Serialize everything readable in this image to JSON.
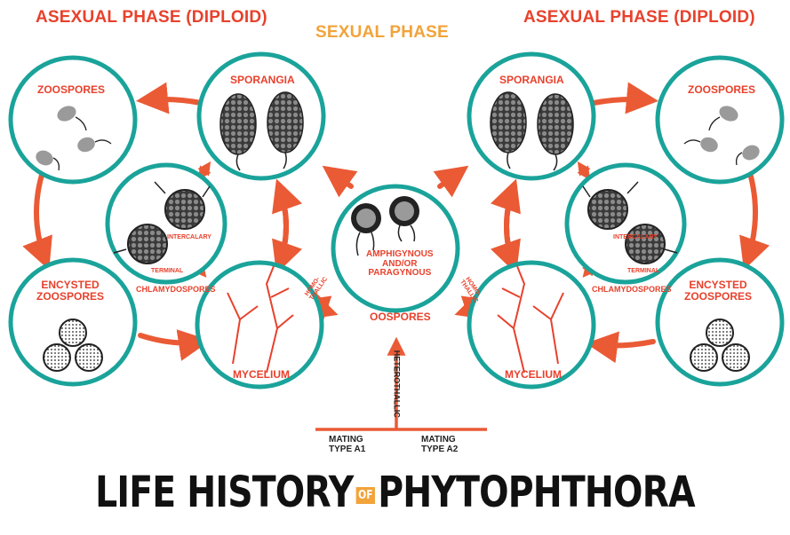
{
  "title": {
    "part1": "LIFE HISTORY",
    "of": "OF",
    "part2": "PHYTOPHTHORA"
  },
  "phases": {
    "asexual_left": "ASEXUAL PHASE (DIPLOID)",
    "sexual": "SEXUAL PHASE",
    "asexual_right": "ASEXUAL PHASE (DIPLOID)"
  },
  "left_cycle": {
    "zoospores": "ZOOSPORES",
    "sporangia": "SPORANGIA",
    "encysted_line1": "ENCYSTED",
    "encysted_line2": "ZOOSPORES",
    "mycelium": "MYCELIUM",
    "intercalary": "INTERCALARY",
    "terminal": "TERMINAL",
    "chlamydospores": "CHLAMYDOSPORES"
  },
  "right_cycle": {
    "zoospores": "ZOOSPORES",
    "sporangia": "SPORANGIA",
    "encysted_line1": "ENCYSTED",
    "encysted_line2": "ZOOSPORES",
    "mycelium": "MYCELIUM",
    "intercalary": "INTERCALARY",
    "terminal": "TERMINAL",
    "chlamydospores": "CHLAMYDOSPORES"
  },
  "center": {
    "line1": "AMPHIGYNOUS",
    "line2": "AND/OR",
    "line3": "PARAGYNOUS",
    "oospores": "OOSPORES",
    "homothallic_left": "HOMO-THALLIC",
    "homothallic_right": "HOMO-THALLIC",
    "heterothallic": "HETEROTHALLIC"
  },
  "mating": {
    "a1_line1": "MATING",
    "a1_line2": "TYPE A1",
    "a2_line1": "MATING",
    "a2_line2": "TYPE A2"
  },
  "colors": {
    "teal": "#1aa39a",
    "arrow": "#ea5a35",
    "label_red": "#e8412c",
    "sexual_orange": "#f2a33a"
  }
}
